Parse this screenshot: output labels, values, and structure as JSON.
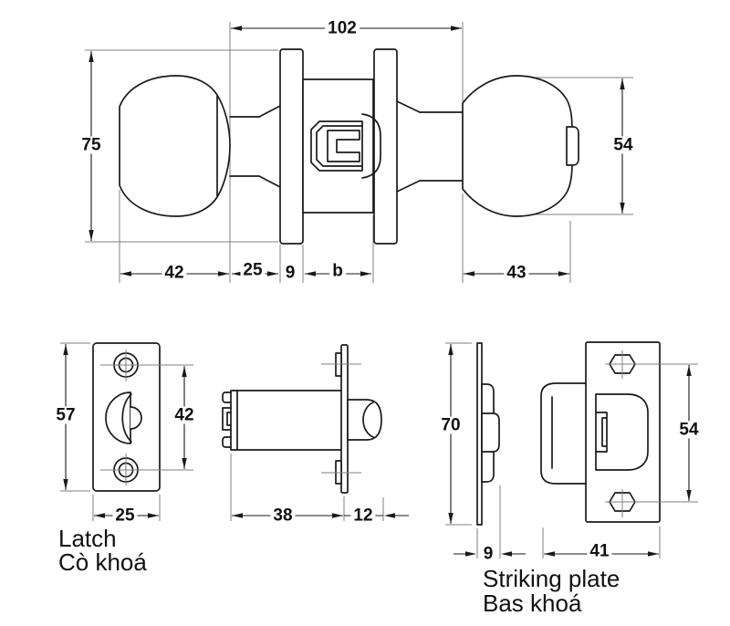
{
  "meta": {
    "background_color": "#ffffff",
    "line_color": "#1a1a1a"
  },
  "views": {
    "knob_assembly": {
      "dims": {
        "overall_length": "102",
        "outer_knob_diameter": "75",
        "inner_knob_diameter": "54",
        "outer_knob_length": "42",
        "neck_length": "25",
        "rose_thickness": "9",
        "door_thickness": "b",
        "inner_knob_length": "43"
      }
    },
    "latch": {
      "label_en": "Latch",
      "label_vi": "Cò khoá",
      "dims": {
        "faceplate_height": "57",
        "hole_spacing": "42",
        "faceplate_width": "25",
        "body_length": "38",
        "bolt_depth": "12"
      }
    },
    "striking_plate": {
      "label_en": "Striking plate",
      "label_vi": "Bas khoá",
      "dims": {
        "plate_height": "70",
        "plate_thickness": "9",
        "hole_spacing": "54",
        "plate_width": "41"
      }
    }
  }
}
